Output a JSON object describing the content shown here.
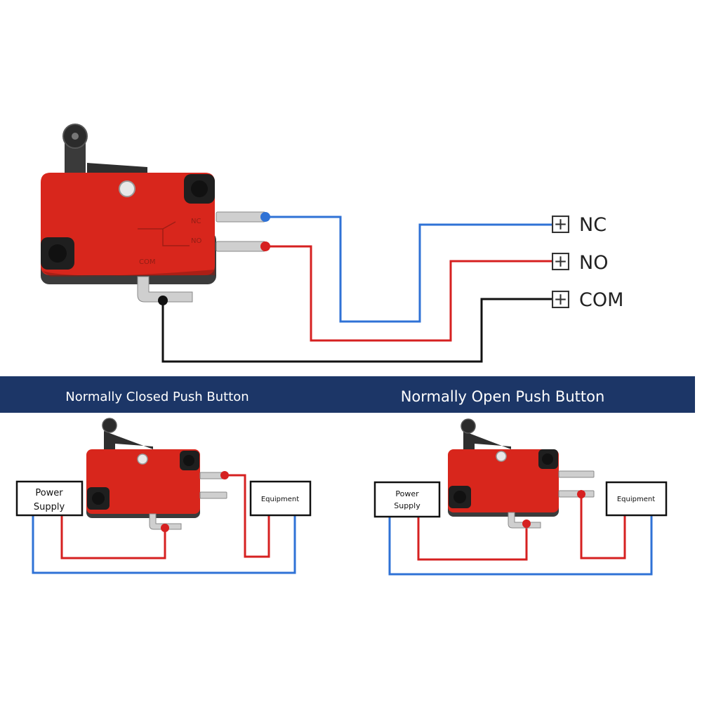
{
  "terminals": {
    "nc_label": "NC",
    "no_label": "NO",
    "com_label": "COM"
  },
  "switch_markings": {
    "com_text": "COM",
    "nc_text": "NC",
    "no_text": "NO"
  },
  "banner": {
    "left_title": "Normally Closed Push Button",
    "right_title": "Normally Open Push Button"
  },
  "nc_circuit": {
    "power_supply_line1": "Power",
    "power_supply_line2": "Supply",
    "equipment_label": "Equipment"
  },
  "no_circuit": {
    "power_supply_line1": "Power",
    "power_supply_line2": "Supply",
    "equipment_label": "Equipment"
  },
  "colors": {
    "nc_wire": "#2f72d6",
    "no_wire": "#d62020",
    "com_wire": "#111111",
    "switch_body": "#d8261c",
    "banner_bg": "#1c3667"
  }
}
